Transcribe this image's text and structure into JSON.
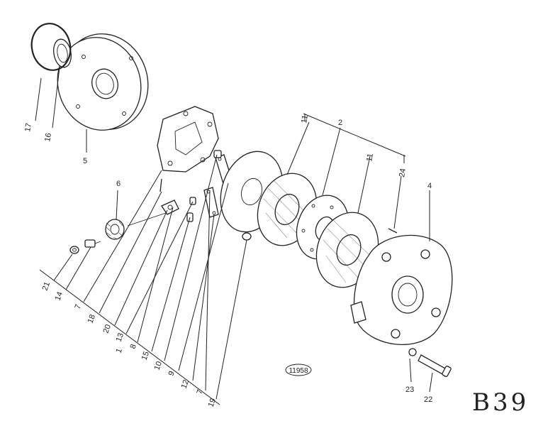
{
  "diagram": {
    "callouts": {
      "c17": "17",
      "c16": "16",
      "c5": "5",
      "c6": "6",
      "c21": "21",
      "c14": "14",
      "c7a": "7",
      "c18": "18",
      "c20": "20",
      "c13": "13",
      "c1": "1",
      "c8": "8",
      "c15": "15",
      "c10": "10",
      "c9": "9",
      "c12": "12",
      "c7b": "7",
      "c19": "19",
      "c11a": "11",
      "c2": "2",
      "c11b": "11",
      "c24": "24",
      "c4": "4",
      "c23": "23",
      "c22": "22"
    },
    "drawing_number": "11958",
    "sheet_label": "B39"
  }
}
